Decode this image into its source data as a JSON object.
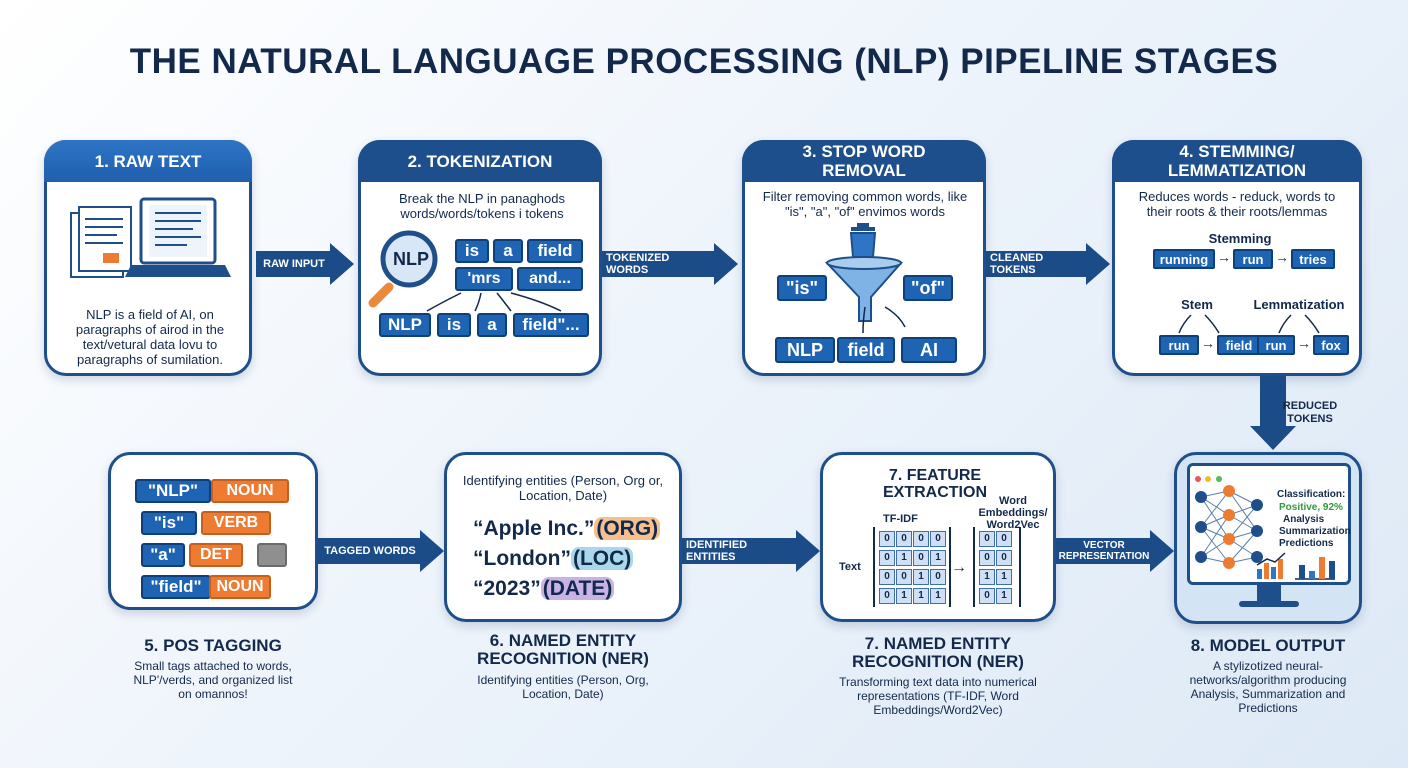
{
  "title": "THE NATURAL LANGUAGE PROCESSING (NLP) PIPELINE STAGES",
  "stage1": {
    "header": "1. RAW TEXT",
    "text": "NLP is a field of AI, on paragraphs of airod in the text/vetural data lovu to paragraphs of sumilation."
  },
  "stage2": {
    "header": "2. TOKENIZATION",
    "text": "Break the NLP in panaghods words/words/tokens i tokens",
    "lens": "NLP",
    "top_tokens": [
      "is",
      "a",
      "field",
      "'mrs",
      "and..."
    ],
    "bottom_tokens": [
      "NLP",
      "is",
      "a",
      "field\"..."
    ]
  },
  "stage3": {
    "header": "3. STOP WORD REMOVAL",
    "text": "Filter removing common words, like \"is\", \"a\", \"of\" envimos words",
    "removed": [
      "\"is\"",
      "\"of\""
    ],
    "kept": [
      "NLP",
      "field",
      "AI"
    ]
  },
  "stage4": {
    "header": "4. STEMMING/ LEMMATIZATION",
    "text": "Reduces words - reduck, words to their roots & their roots/lemmas",
    "stemming_label": "Stemming",
    "chain": [
      "running",
      "run",
      "tries"
    ],
    "stem_label": "Stem",
    "lemma_label": "Lemmatization",
    "stem_pair": [
      "run",
      "field"
    ],
    "lemma_pair": [
      "run",
      "fox"
    ]
  },
  "arrows": {
    "a1": "RAW INPUT",
    "a2": "TOKENIZED WORDS",
    "a3": "CLEANED TOKENS",
    "a4": "REDUCED TOKENS",
    "a5": "TAGGED WORDS",
    "a6": "IDENTIFIED ENTITIES",
    "a7": "VECTOR REPRESENTATION"
  },
  "stage5": {
    "name": "5. POS TAGGING",
    "desc": "Small tags attached to words, NLP'/verds, and organized list on omannos!",
    "rows": [
      {
        "word": "\"NLP\"",
        "tag": "NOUN"
      },
      {
        "word": "\"is\"",
        "tag": "VERB"
      },
      {
        "word": "\"a\"",
        "tag": "DET"
      },
      {
        "word": "\"field\"",
        "tag": "NOUN"
      }
    ]
  },
  "stage6": {
    "name": "6. NAMED ENTITY RECOGNITION (NER)",
    "desc": "Identifying entities (Person, Org, Location, Date)",
    "card_text": "Identifying entities (Person, Org or, Location, Date)",
    "entities": [
      {
        "text": "“Apple Inc.”",
        "tag": "(ORG)",
        "color": "#f5c08e"
      },
      {
        "text": "“London”",
        "tag": "(LOC)",
        "color": "#a9d8ea"
      },
      {
        "text": "“2023”",
        "tag": "(DATE)",
        "color": "#c9b3e6"
      }
    ]
  },
  "stage7": {
    "header": "7. FEATURE EXTRACTION",
    "name": "7. NAMED ENTITY RECOGNITION (NER)",
    "desc": "Transforming text data into numerical representations (TF-IDF, Word Embeddings/Word2Vec)",
    "tfidf_label": "TF-IDF",
    "w2v_label": "Word Embeddings/ Word2Vec",
    "text_label": "Text",
    "tfidf": [
      [
        "0",
        "0",
        "0",
        "0"
      ],
      [
        "0",
        "1",
        "0",
        "1"
      ],
      [
        "0",
        "0",
        "1",
        "0"
      ],
      [
        "0",
        "1",
        "1",
        "1"
      ]
    ],
    "w2v": [
      [
        "0",
        "0"
      ],
      [
        "0",
        "0"
      ],
      [
        "1",
        "1"
      ],
      [
        "0",
        "1"
      ]
    ]
  },
  "stage8": {
    "name": "8. MODEL OUTPUT",
    "desc": "A stylizotized neural-networks/algorithm producing Analysis, Summarization and Predictions",
    "cls_title": "Classification:",
    "cls_value": "Positive, 92%",
    "lines": [
      "Analysis",
      "Summarization",
      "Predictions"
    ]
  },
  "colors": {
    "primary": "#1f4f8a",
    "chip_blue": "#1f63b3",
    "chip_orange": "#ee7b32",
    "positive": "#2e9a3e"
  }
}
